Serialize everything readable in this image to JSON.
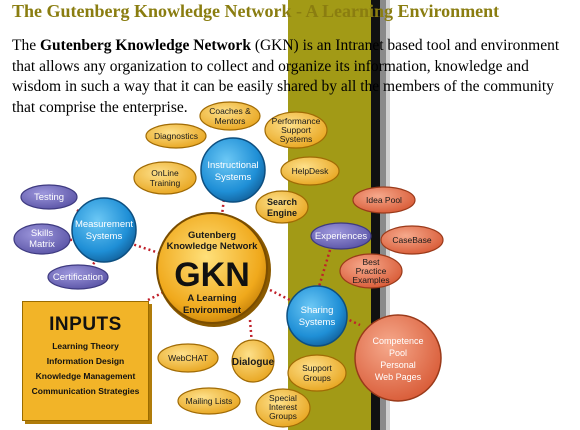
{
  "header": {
    "title": "The Gutenberg Knowledge Network - A Learning Environment"
  },
  "intro": {
    "prefix": "The ",
    "bold": "Gutenberg Knowledge Network",
    "rest": " (GKN) is an Intranet based tool and environment that allows any organization to collect and organize its information, knowledge and wisdom in such a way that it can be easily shared by all the members of the community that comprise the enterprise."
  },
  "center": {
    "line1": "Gutenberg",
    "line2": "Knowledge Network",
    "acronym": "GKN",
    "line3": "A Learning",
    "line4": "Environment"
  },
  "hubs": {
    "instructional": [
      "Instructional",
      "Systems"
    ],
    "measurement": [
      "Measurement",
      "Systems"
    ],
    "sharing": [
      "Sharing",
      "Systems"
    ],
    "dialogue": "Dialogue",
    "competence": [
      "Competence",
      "Pool",
      "Personal",
      "Web Pages"
    ]
  },
  "nodes": {
    "diagnostics": "Diagnostics",
    "coaches": [
      "Coaches &",
      "Mentors"
    ],
    "performance": [
      "Performance",
      "Support",
      "Systems"
    ],
    "online_training": [
      "OnLine",
      "Training"
    ],
    "helpdesk": "HelpDesk",
    "search_engine": [
      "Search",
      "Engine"
    ],
    "testing": "Testing",
    "skills_matrix": [
      "Skills",
      "Matrix"
    ],
    "certification": "Certification",
    "experiences": "Experiences",
    "idea_pool": "Idea Pool",
    "casebase": "CaseBase",
    "best_practice": [
      "Best",
      "Practice",
      "Examples"
    ],
    "webchat": "WebCHAT",
    "mailing_lists": "Mailing Lists",
    "support_groups": [
      "Support",
      "Groups"
    ],
    "sig": [
      "Special",
      "Interest",
      "Groups"
    ]
  },
  "inputs": {
    "title": "INPUTS",
    "items": [
      "Learning Theory",
      "Information Design",
      "Knowledge Management",
      "Communication Strategies"
    ]
  },
  "colors": {
    "title": "#8a7d10",
    "olive_band": "#a29a16",
    "blue": "#1f8fd6",
    "purple": "#6a64b6",
    "gold": "#f2b428",
    "salmon": "#e9724f",
    "connector": "#c0202a"
  }
}
